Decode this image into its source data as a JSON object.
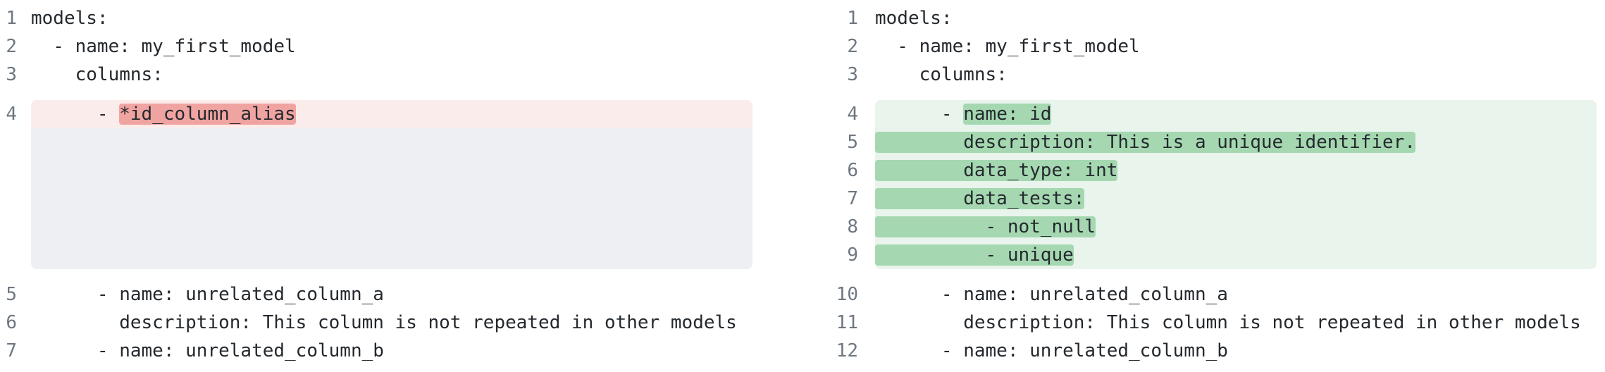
{
  "diff": {
    "view": "split",
    "colors": {
      "removed_line_bg": "#fbecec",
      "removed_word_bg": "#f0a4a1",
      "added_line_bg": "#e9f4ec",
      "added_word_bg": "#a5d8b1",
      "spacer_bg": "#edeff2",
      "line_number": "#6e7781",
      "code_text": "#24292e"
    },
    "left": {
      "context_before": [
        {
          "num": 1,
          "text": "models:"
        },
        {
          "num": 2,
          "text": "  - name: my_first_model"
        },
        {
          "num": 3,
          "text": "    columns:"
        }
      ],
      "removed": {
        "num": 4,
        "prefix": "      - ",
        "highlight": "*id_column_alias"
      },
      "context_after": [
        {
          "num": 5,
          "text": "      - name: unrelated_column_a"
        },
        {
          "num": 6,
          "text": "        description: This column is not repeated in other models"
        },
        {
          "num": 7,
          "text": "      - name: unrelated_column_b"
        }
      ]
    },
    "right": {
      "context_before": [
        {
          "num": 1,
          "text": "models:"
        },
        {
          "num": 2,
          "text": "  - name: my_first_model"
        },
        {
          "num": 3,
          "text": "    columns:"
        }
      ],
      "added": [
        {
          "num": 4,
          "prefix": "      - ",
          "highlight": "name: id"
        },
        {
          "num": 5,
          "prefix": "",
          "highlight": "        description: This is a unique identifier."
        },
        {
          "num": 6,
          "prefix": "",
          "highlight": "        data_type: int"
        },
        {
          "num": 7,
          "prefix": "",
          "highlight": "        data_tests:"
        },
        {
          "num": 8,
          "prefix": "",
          "highlight": "          - not_null"
        },
        {
          "num": 9,
          "prefix": "",
          "highlight": "          - unique"
        }
      ],
      "context_after": [
        {
          "num": 10,
          "text": "      - name: unrelated_column_a"
        },
        {
          "num": 11,
          "text": "        description: This column is not repeated in other models"
        },
        {
          "num": 12,
          "text": "      - name: unrelated_column_b"
        }
      ]
    }
  }
}
